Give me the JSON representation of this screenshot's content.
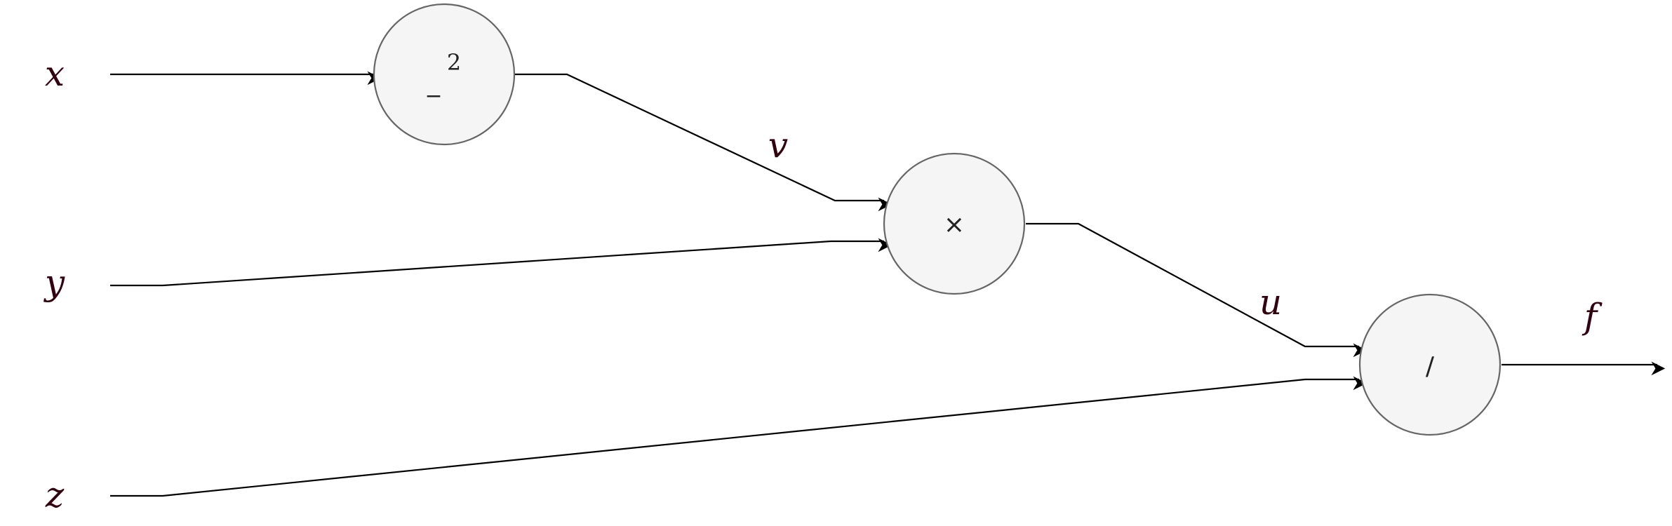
{
  "inputs": {
    "x": "x",
    "y": "y",
    "z": "z"
  },
  "nodes": {
    "square": {
      "base": "_",
      "exponent": "2"
    },
    "multiply": {
      "symbol": "×"
    },
    "divide": {
      "symbol": "/"
    }
  },
  "edge_labels": {
    "v": "v",
    "u": "u",
    "f": "f"
  }
}
